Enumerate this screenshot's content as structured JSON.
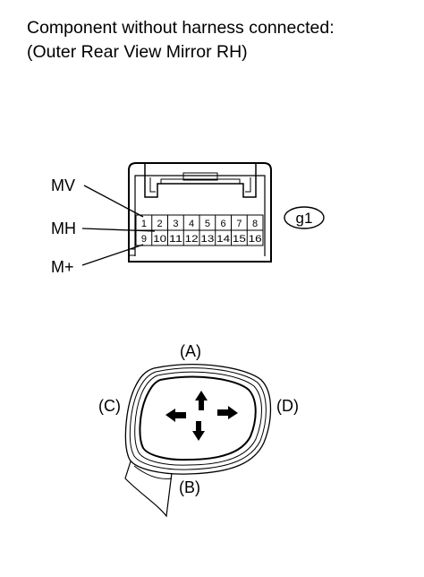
{
  "title": {
    "line1": "Component without harness connected:",
    "line2": "(Outer Rear View Mirror RH)"
  },
  "connector": {
    "id": "g1",
    "pins_top": [
      "1",
      "2",
      "3",
      "4",
      "5",
      "6",
      "7",
      "8"
    ],
    "pins_bottom": [
      "9",
      "10",
      "11",
      "12",
      "13",
      "14",
      "15",
      "16"
    ],
    "terminals": [
      {
        "name": "MV",
        "pin": "1"
      },
      {
        "name": "MH",
        "pin": "2"
      },
      {
        "name": "M+",
        "pin": "9"
      }
    ]
  },
  "mirror": {
    "directions": {
      "up": "(A)",
      "down": "(B)",
      "left": "(C)",
      "right": "(D)"
    }
  }
}
